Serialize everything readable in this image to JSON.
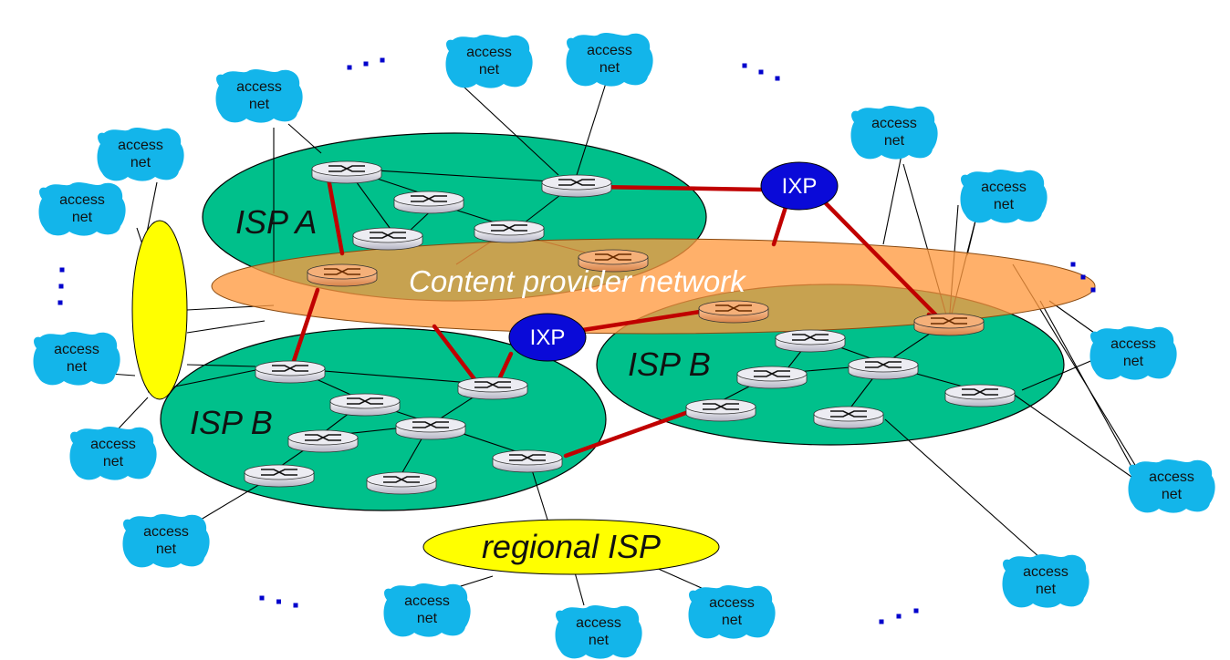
{
  "labels": {
    "access_line1": "access",
    "access_line2": "net",
    "isp_a": "ISP A",
    "isp_b": "ISP B",
    "regional_isp": "regional ISP",
    "content_provider": "Content provider network",
    "ixp": "IXP",
    "ellipsis": "..."
  },
  "colors": {
    "access_cloud": "#13b5ea",
    "isp_fill": "#00c08b",
    "content_provider_fill": "#ff9a40",
    "regional_fill": "#ffff00",
    "ixp_fill": "#0a0ad8",
    "peering_link": "#c00000",
    "ellipsis": "#0000cc",
    "router_fill": "#dcdce6"
  }
}
